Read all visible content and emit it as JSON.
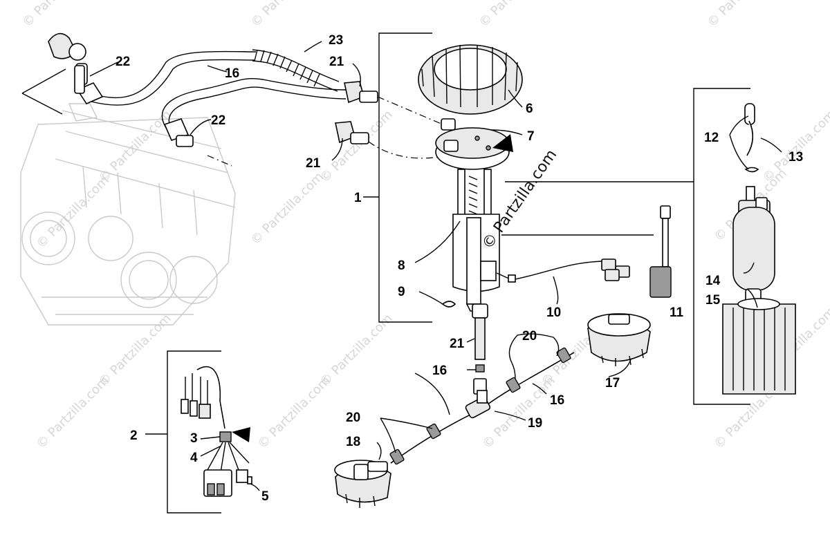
{
  "watermark": {
    "text": "© Partzilla.com",
    "overlay_text": "© Partzilla.com"
  },
  "callouts": {
    "c1": "1",
    "c2": "2",
    "c3": "3",
    "c4": "4",
    "c5": "5",
    "c6": "6",
    "c7": "7",
    "c8": "8",
    "c9": "9",
    "c10": "10",
    "c11": "11",
    "c12": "12",
    "c13": "13",
    "c14": "14",
    "c15": "15",
    "c16a": "16",
    "c16b": "16",
    "c16c": "16",
    "c17": "17",
    "c18": "18",
    "c19": "19",
    "c20a": "20",
    "c20b": "20",
    "c21a": "21",
    "c21b": "21",
    "c21c": "21",
    "c22a": "22",
    "c22b": "22",
    "c23": "23"
  },
  "colors": {
    "line": "#000000",
    "ghost": "#c9c9c9",
    "watermark": "#d6d6d6",
    "dark_part": "#9a9a9a"
  }
}
